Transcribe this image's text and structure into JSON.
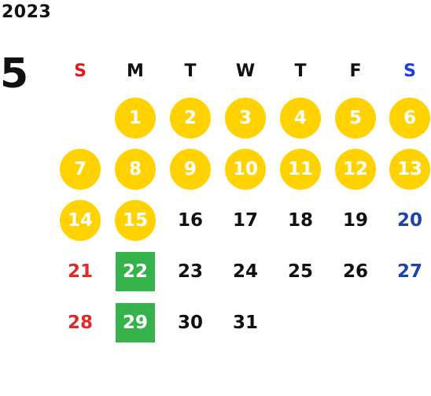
{
  "calendar": {
    "year": "2023",
    "month": "5",
    "weekdays": [
      {
        "label": "S",
        "color": "#e01b1b"
      },
      {
        "label": "M",
        "color": "#111111"
      },
      {
        "label": "T",
        "color": "#111111"
      },
      {
        "label": "W",
        "color": "#111111"
      },
      {
        "label": "T",
        "color": "#111111"
      },
      {
        "label": "F",
        "color": "#111111"
      },
      {
        "label": "S",
        "color": "#1b3fd8"
      }
    ],
    "weeks": [
      [
        null,
        {
          "day": "1",
          "style": "yellow-circle"
        },
        {
          "day": "2",
          "style": "yellow-circle"
        },
        {
          "day": "3",
          "style": "yellow-circle"
        },
        {
          "day": "4",
          "style": "yellow-circle"
        },
        {
          "day": "5",
          "style": "yellow-circle"
        },
        {
          "day": "6",
          "style": "yellow-circle"
        }
      ],
      [
        {
          "day": "7",
          "style": "yellow-circle"
        },
        {
          "day": "8",
          "style": "yellow-circle"
        },
        {
          "day": "9",
          "style": "yellow-circle"
        },
        {
          "day": "10",
          "style": "yellow-circle"
        },
        {
          "day": "11",
          "style": "yellow-circle"
        },
        {
          "day": "12",
          "style": "yellow-circle"
        },
        {
          "day": "13",
          "style": "yellow-circle"
        }
      ],
      [
        {
          "day": "14",
          "style": "yellow-circle"
        },
        {
          "day": "15",
          "style": "yellow-circle"
        },
        {
          "day": "16",
          "style": "plain"
        },
        {
          "day": "17",
          "style": "plain"
        },
        {
          "day": "18",
          "style": "plain"
        },
        {
          "day": "19",
          "style": "plain"
        },
        {
          "day": "20",
          "style": "sat"
        }
      ],
      [
        {
          "day": "21",
          "style": "sun"
        },
        {
          "day": "22",
          "style": "green-square"
        },
        {
          "day": "23",
          "style": "plain"
        },
        {
          "day": "24",
          "style": "plain"
        },
        {
          "day": "25",
          "style": "plain"
        },
        {
          "day": "26",
          "style": "plain"
        },
        {
          "day": "27",
          "style": "sat"
        }
      ],
      [
        {
          "day": "28",
          "style": "sun"
        },
        {
          "day": "29",
          "style": "green-square"
        },
        {
          "day": "30",
          "style": "plain"
        },
        {
          "day": "31",
          "style": "plain"
        },
        null,
        null,
        null
      ]
    ],
    "colors": {
      "highlight_yellow": "#ffd200",
      "highlight_green": "#36b24a",
      "sunday_red": "#dd2a2a",
      "saturday_blue": "#1e43a8",
      "text_dark": "#111111"
    }
  }
}
